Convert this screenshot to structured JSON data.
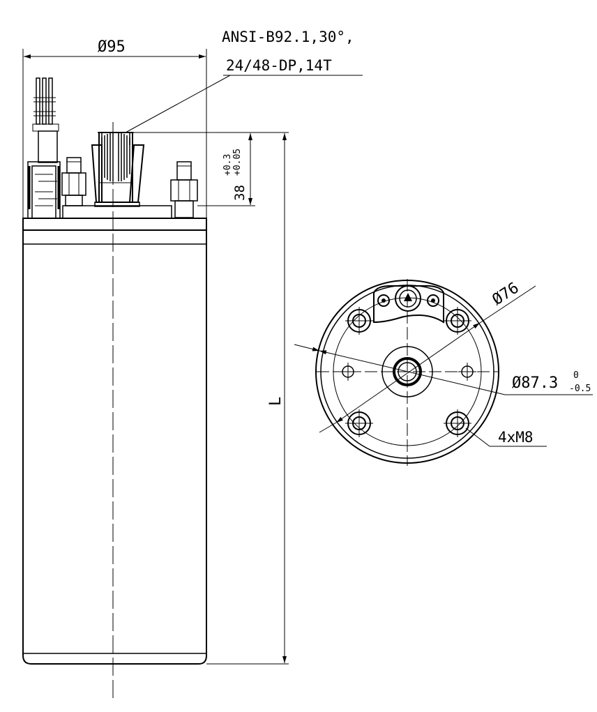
{
  "labels": {
    "diameter_95": "Ø95",
    "spline_line1": "ANSI-B92.1,30°,",
    "spline_line2": "24/48-DP,14T",
    "shaft_dim": "38",
    "tol_upper": "+0.3",
    "tol_lower": "+0.05",
    "length": "L",
    "diameter_76": "Ø76",
    "diameter_87": "Ø87.3",
    "diameter_87_tol_upper": "0",
    "diameter_87_tol_lower": "-0.5",
    "holes": "4xM8"
  }
}
